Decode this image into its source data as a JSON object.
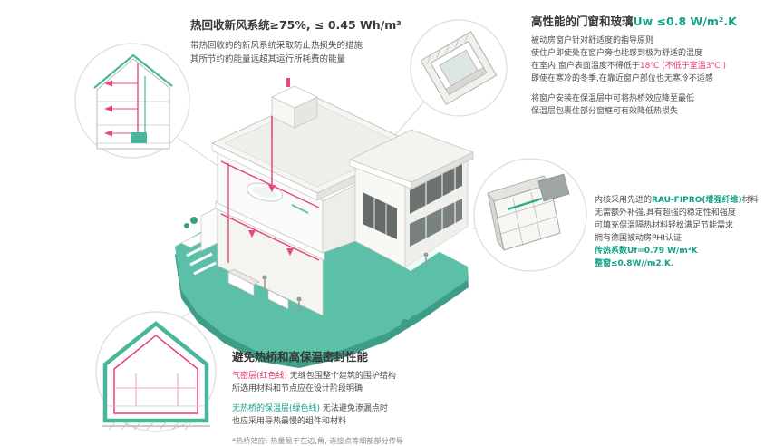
{
  "colors": {
    "teal_text": "#14A085",
    "red_text": "#E8336D",
    "platform_teal": "#5CBFA8",
    "platform_teal_dark": "#3E9D86",
    "duct_red": "#E8487C",
    "title_dark": "#383838"
  },
  "heat_recovery": {
    "title": "热回收新风系统≥75%, ≤ 0.45 Wh/m³",
    "body1": "带热回收的的新风系统采取防止热损失的措施",
    "body2": "其所节约的能量远超其运行所耗费的能量"
  },
  "windows": {
    "title_main": "高性能的门窗和玻璃",
    "title_value": "Uw ≤0.8 W/m².K",
    "line1": "被动房窗户针对舒适度的指导原则",
    "line2": "使住户即使处在窗户旁也能感到极为舒适的温度",
    "line3_pre": "在室内,窗户表面温度不得低于",
    "line3_red": "18℃ (不低于室温3℃ )",
    "line4": "即使在寒冷的冬季,在靠近窗户部位也无寒冷不适感",
    "line5": "将窗户安装在保温层中可将热桥效应降至最低",
    "line6": "保温层包裹住部分窗框可有效降低热损失"
  },
  "profile": {
    "line1_pre": "内核采用先进的",
    "line1_highlight": "RAU-FIPRO(增强纤维)",
    "line1_post": "材料",
    "line2": "无需额外补强,具有超强的稳定性和强度",
    "line3": "可填充保温隔热材料轻松满足节能需求",
    "line4": "拥有德国被动房PHI认证",
    "u_value": "传热系数Uf=0.79 W/m²K",
    "whole_window": "整窗≤0.8W//m2.K."
  },
  "thermal": {
    "title": "避免热桥和高保温密封性能",
    "airtight_label": "气密层(红色线)",
    "airtight_rest": " 无缝包围整个建筑的围护结构",
    "line2": "所选用材料和节点应在设计阶段明确",
    "insulation_label": "无热桥的保温层(绿色线)",
    "insulation_rest": " 无法避免渗漏点时",
    "line4": "也应采用导热最慢的组件和材料",
    "footnote": "*热桥效应: 热量易于在边,角, 连接点等细部部分传导"
  },
  "graphics": {
    "main_illustration": "isometric-passive-house-cutaway",
    "detail_circles": [
      "heat-recovery-house-section",
      "window-corner-detail",
      "window-frame-profile-3d",
      "thermal-envelope-section"
    ]
  }
}
